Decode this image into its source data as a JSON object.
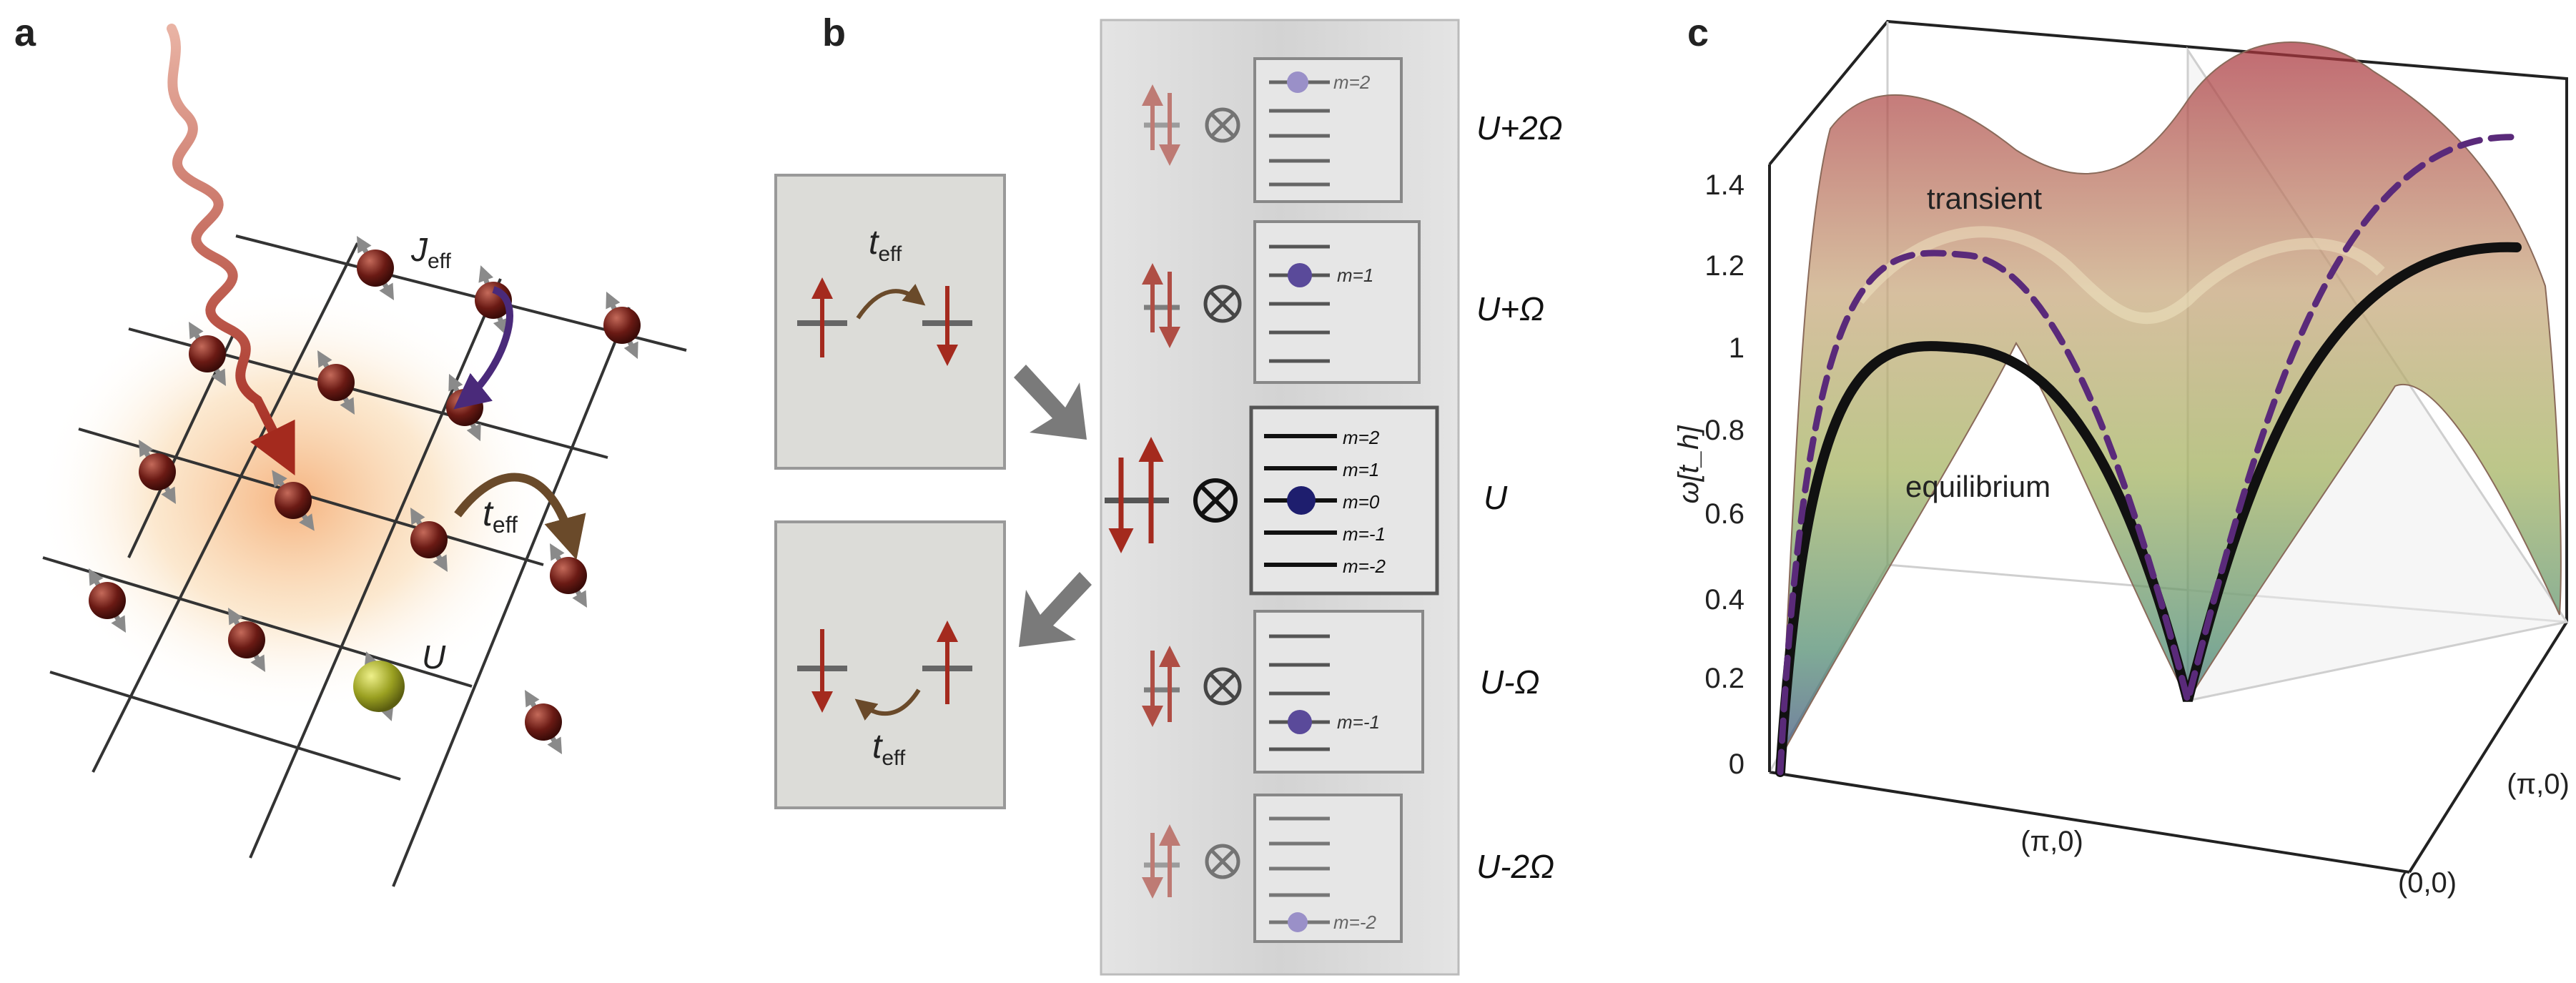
{
  "panels": {
    "a": {
      "label": "a",
      "j_eff": {
        "base": "J",
        "sub": "eff"
      },
      "t_eff": {
        "base": "t",
        "sub": "eff"
      },
      "u": "U"
    },
    "b": {
      "label": "b",
      "t_eff": {
        "base": "t",
        "sub": "eff"
      },
      "energy_levels": [
        {
          "label": "U+2Ω",
          "m": "m=2"
        },
        {
          "label": "U+Ω",
          "m": "m=1"
        },
        {
          "label": "U",
          "m": "m=0"
        },
        {
          "label": "U-Ω",
          "m": "m=-1"
        },
        {
          "label": "U-2Ω",
          "m": "m=-2"
        }
      ],
      "center_ladder": [
        "m=2",
        "m=1",
        "m=0",
        "m=-1",
        "m=-2"
      ]
    },
    "c": {
      "label": "c",
      "ylabel": "ω[t_h]",
      "yticks": [
        "0",
        "0.2",
        "0.4",
        "0.6",
        "0.8",
        "1",
        "1.2",
        "1.4"
      ],
      "xlabel_front": "(π,0)",
      "corner_label": "(0,0)",
      "xlabel_right": "(π,0)",
      "annotation_transient": "transient",
      "annotation_equilibrium": "equilibrium"
    }
  },
  "chart_data": {
    "type": "surface",
    "ylabel": "ω[t_h]",
    "ylim": [
      0,
      1.4
    ],
    "series": [
      {
        "name": "equilibrium",
        "x": [
          "0",
          "(π,0)",
          "(0,0)",
          "(π,0)"
        ],
        "values": [
          0,
          1.0,
          0,
          1.12
        ]
      },
      {
        "name": "transient",
        "x": [
          "0",
          "(π,0)",
          "(0,0)",
          "(π,0)"
        ],
        "values": [
          0,
          1.22,
          0,
          1.38
        ]
      }
    ]
  }
}
